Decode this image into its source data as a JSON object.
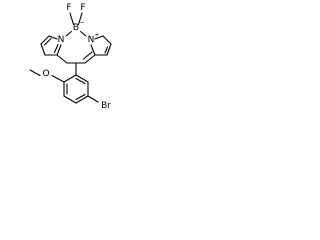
{
  "molecule": {
    "atoms": {
      "fluorine_left": "F",
      "fluorine_right": "F",
      "boron": "B",
      "boron_charge": "−",
      "nitrogen_left": "N",
      "nitrogen_right": "N",
      "nitrogen_right_charge": "+",
      "oxygen": "O",
      "bromine": "Br"
    },
    "colors": {
      "bonds": "#000000",
      "labels": "#000000",
      "background": "#ffffff"
    }
  }
}
